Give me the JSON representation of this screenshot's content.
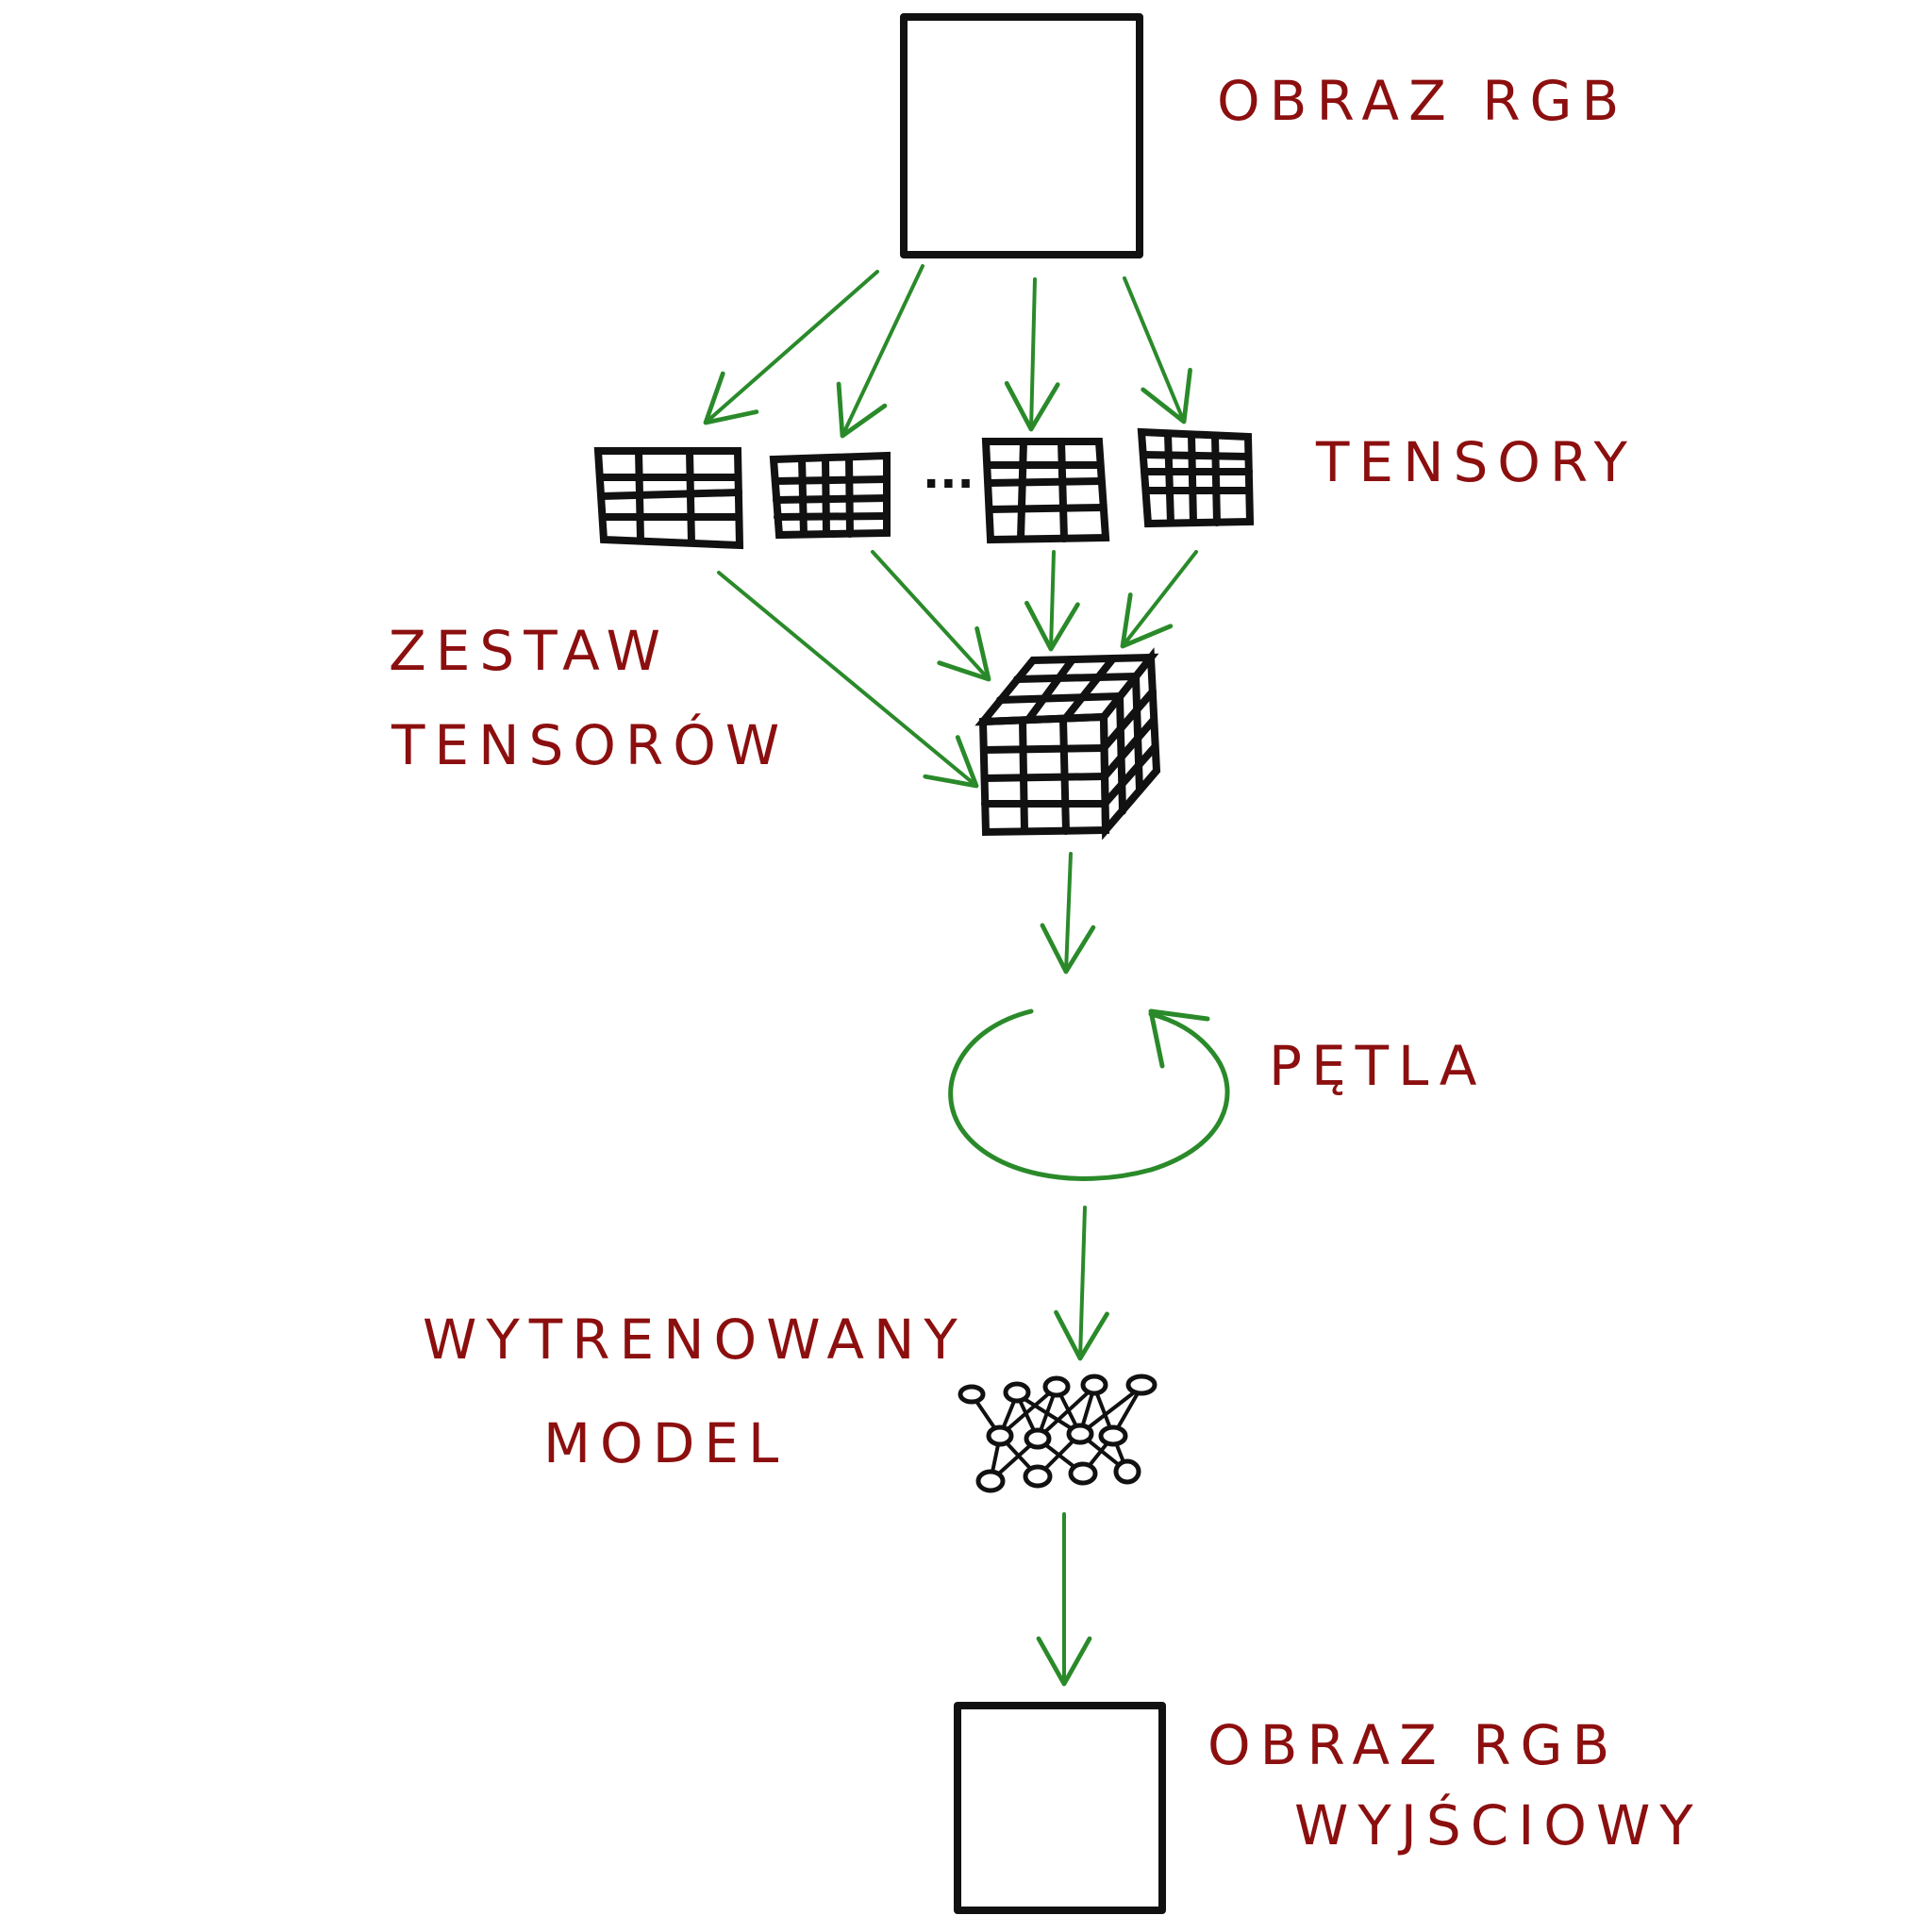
{
  "labels": {
    "input_image": "OBRAZ RGB",
    "tensors": "TENSORY",
    "ellipsis": "...",
    "tensor_set_line1": "ZESTAW",
    "tensor_set_line2": "TENSORÓW",
    "loop": "PĘTLA",
    "trained_model_line1": "WYTRENOWANY",
    "trained_model_line2": "MODEL",
    "output_image_line1": "OBRAZ RGB",
    "output_image_line2": "WYJŚCIOWY"
  },
  "colors": {
    "label": "#8c0f0f",
    "arrow": "#2a8a2a",
    "stroke": "#111111"
  }
}
